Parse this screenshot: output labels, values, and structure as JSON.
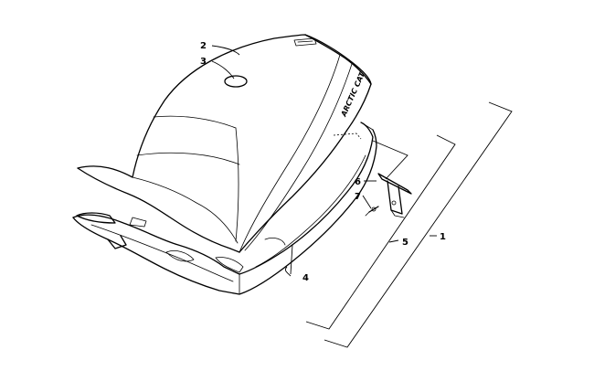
{
  "callouts": {
    "c1": "1",
    "c2": "2",
    "c3": "3",
    "c4": "4",
    "c5": "5",
    "c6": "6",
    "c7": "7"
  },
  "decal_text": "ARCTIC CAT"
}
